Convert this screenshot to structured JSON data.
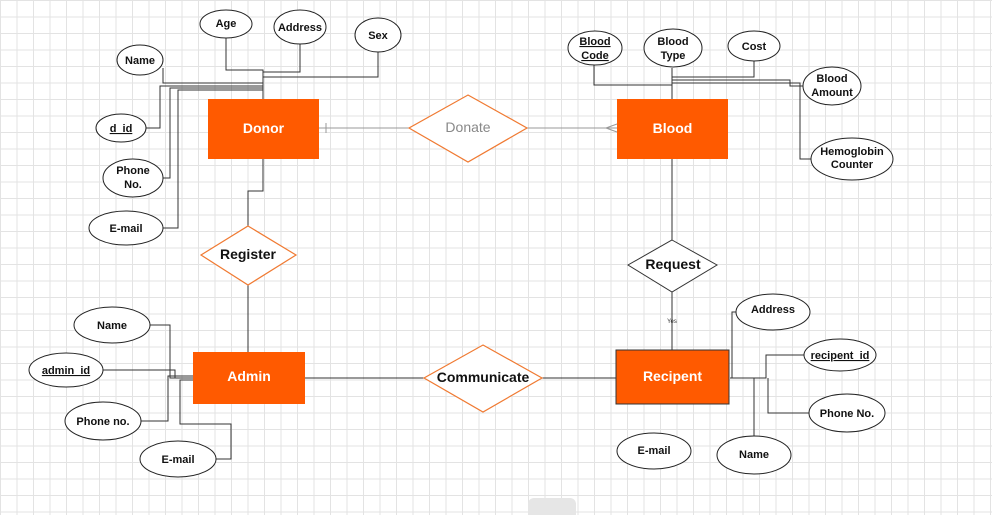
{
  "entities": {
    "donor": "Donor",
    "blood": "Blood",
    "admin": "Admin",
    "recipent": "Recipent"
  },
  "relationships": {
    "donate": "Donate",
    "register": "Register",
    "request": "Request",
    "communicate": "Communicate",
    "request_note": "Yes"
  },
  "donor_attributes": {
    "name": "Name",
    "age": "Age",
    "address": "Address",
    "sex": "Sex",
    "d_id": "d_id",
    "phone_line1": "Phone",
    "phone_line2": "No.",
    "email": "E-mail"
  },
  "blood_attributes": {
    "code_line1": "Blood",
    "code_line2": "Code",
    "type_line1": "Blood",
    "type_line2": "Type",
    "cost": "Cost",
    "amount_line1": "Blood",
    "amount_line2": "Amount",
    "hemo_line1": "Hemoglobin",
    "hemo_line2": "Counter"
  },
  "admin_attributes": {
    "name": "Name",
    "admin_id": "admin_id",
    "phone": "Phone no.",
    "email": "E-mail"
  },
  "recipent_attributes": {
    "address": "Address",
    "recipent_id": "recipent_id",
    "phone": "Phone No.",
    "email": "E-mail",
    "name": "Name"
  },
  "colors": {
    "entity": "#ff5a00",
    "relationship_border": "#f07a32",
    "entity_text": "#ffffff"
  }
}
